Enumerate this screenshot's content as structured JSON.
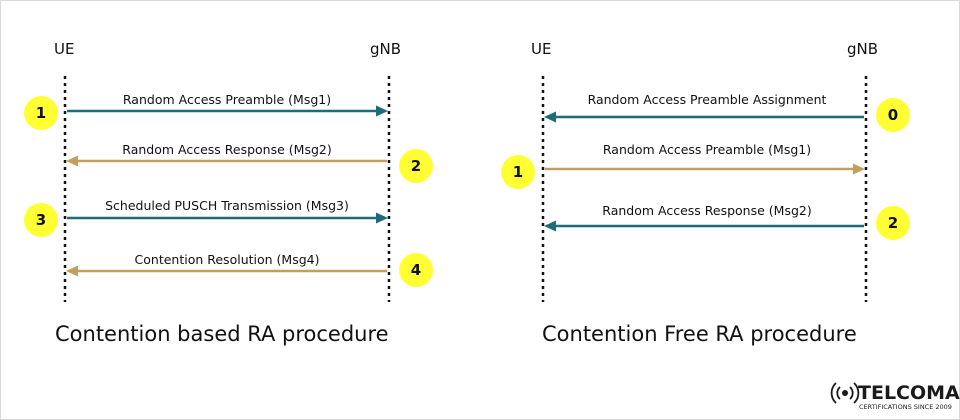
{
  "colors": {
    "teal": "#1f6b78",
    "gold": "#c2a05c",
    "badge": "#ffff33"
  },
  "left_diagram": {
    "ue_label": "UE",
    "gnb_label": "gNB",
    "title": "Contention based RA procedure",
    "messages": [
      {
        "label": "Random Access Preamble (Msg1)",
        "direction": "ue-to-gnb",
        "color": "teal",
        "step": "1",
        "step_side": "ue"
      },
      {
        "label": "Random Access Response (Msg2)",
        "direction": "gnb-to-ue",
        "color": "gold",
        "step": "2",
        "step_side": "gnb"
      },
      {
        "label": "Scheduled PUSCH Transmission (Msg3)",
        "direction": "ue-to-gnb",
        "color": "teal",
        "step": "3",
        "step_side": "ue"
      },
      {
        "label": "Contention Resolution (Msg4)",
        "direction": "gnb-to-ue",
        "color": "gold",
        "step": "4",
        "step_side": "gnb"
      }
    ]
  },
  "right_diagram": {
    "ue_label": "UE",
    "gnb_label": "gNB",
    "title": "Contention Free RA procedure",
    "messages": [
      {
        "label": "Random Access Preamble Assignment",
        "direction": "gnb-to-ue",
        "color": "teal",
        "step": "0",
        "step_side": "gnb"
      },
      {
        "label": "Random Access Preamble (Msg1)",
        "direction": "ue-to-gnb",
        "color": "gold",
        "step": "1",
        "step_side": "ue"
      },
      {
        "label": "Random Access Response (Msg2)",
        "direction": "gnb-to-ue",
        "color": "teal",
        "step": "2",
        "step_side": "gnb"
      }
    ]
  },
  "logo": {
    "name": "TELCOMA",
    "tagline": "CERTIFICATIONS SINCE 2009",
    "icon": "broadcast-signal-icon"
  }
}
